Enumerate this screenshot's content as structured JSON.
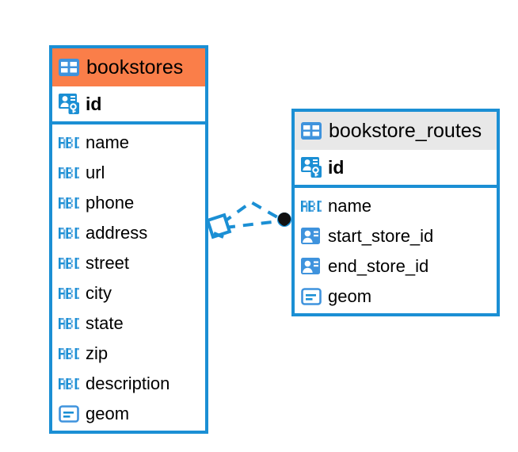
{
  "diagram": {
    "type": "entity-relationship-diagram",
    "background": "#ffffff",
    "accent_color": "#1b8fd4",
    "highlight_color": "#fa7e49",
    "header_grey": "#e8e8e8"
  },
  "entities": [
    {
      "name": "bookstores",
      "title": "bookstores",
      "header_style": "orange",
      "header_icon": "table-icon",
      "primary_key": {
        "label": "id",
        "icon": "primary-key-icon"
      },
      "fields": [
        {
          "label": "name",
          "icon": "text-abc-icon"
        },
        {
          "label": "url",
          "icon": "text-abc-icon"
        },
        {
          "label": "phone",
          "icon": "text-abc-icon"
        },
        {
          "label": "address",
          "icon": "text-abc-icon"
        },
        {
          "label": "street",
          "icon": "text-abc-icon"
        },
        {
          "label": "city",
          "icon": "text-abc-icon"
        },
        {
          "label": "state",
          "icon": "text-abc-icon"
        },
        {
          "label": "zip",
          "icon": "text-abc-icon"
        },
        {
          "label": "description",
          "icon": "text-abc-icon"
        },
        {
          "label": "geom",
          "icon": "geometry-icon"
        }
      ]
    },
    {
      "name": "bookstore_routes",
      "title": "bookstore_routes",
      "header_style": "grey",
      "header_icon": "table-icon",
      "primary_key": {
        "label": "id",
        "icon": "primary-key-icon"
      },
      "fields": [
        {
          "label": "name",
          "icon": "text-abc-icon"
        },
        {
          "label": "start_store_id",
          "icon": "foreign-key-icon"
        },
        {
          "label": "end_store_id",
          "icon": "foreign-key-icon"
        },
        {
          "label": "geom",
          "icon": "geometry-icon"
        }
      ]
    }
  ],
  "relationship": {
    "style": "dashed",
    "color": "#1b8fd4",
    "source_marker": "diamond",
    "target_marker": "filled-circle",
    "from": "bookstores",
    "to": "bookstore_routes"
  }
}
